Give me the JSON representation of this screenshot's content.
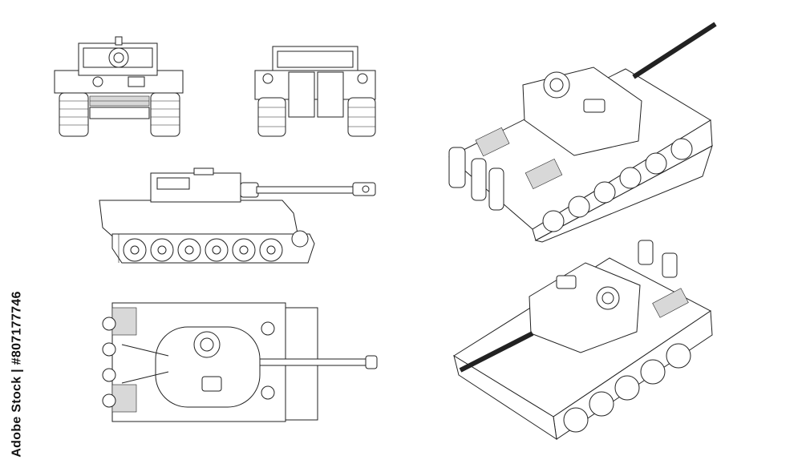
{
  "image": {
    "watermark_text": "Adobe Stock",
    "stock_id": "Adobe Stock | #807177746"
  },
  "views": [
    {
      "name": "front"
    },
    {
      "name": "rear"
    },
    {
      "name": "side"
    },
    {
      "name": "top"
    },
    {
      "name": "isometric-rear"
    },
    {
      "name": "isometric-front"
    }
  ],
  "colors": {
    "line": "#222222",
    "background": "#ffffff",
    "hatch": "#d8d8d8"
  }
}
